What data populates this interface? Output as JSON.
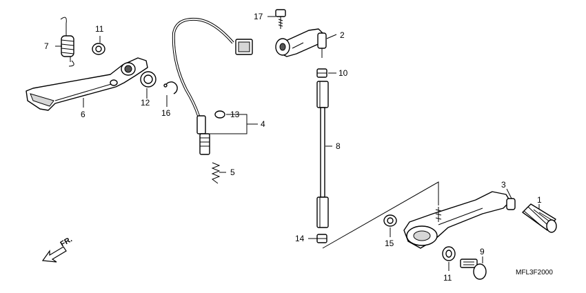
{
  "diagram": {
    "callouts": [
      "1",
      "2",
      "3",
      "4",
      "5",
      "6",
      "7",
      "8",
      "9",
      "10",
      "11",
      "11",
      "12",
      "13",
      "14",
      "15",
      "16",
      "17"
    ],
    "part_code": "MFL3F2000",
    "direction_label": "FR."
  }
}
